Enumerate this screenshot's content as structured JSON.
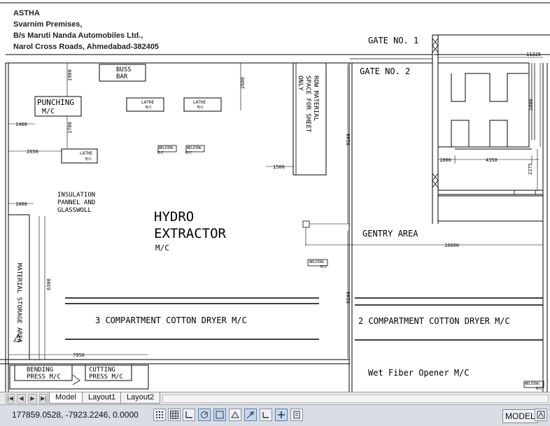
{
  "header": {
    "line1": "ASTHA",
    "line2": "Svarnim Premises,",
    "line3": "B/s Maruti Nanda Automobiles Ltd.,",
    "line4": "Narol Cross Roads, Ahmedabad-382405"
  },
  "labels": {
    "gate1": "GATE NO. 1",
    "gate2": "GATE NO. 2",
    "buss_bar_1": "BUSS",
    "buss_bar_2": "BAR",
    "punching_1": "PUNCHING",
    "punching_2": "M/C",
    "lathe_a": "LATHE",
    "lathe_mc": "M/C",
    "welding": "WELDING",
    "welding_mc": "M/C",
    "raw_material_1": "ROW MATERIAL",
    "raw_material_2": "SPACE FOR SHEET",
    "raw_material_3": "ONLY",
    "insulation_1": "INSULATION",
    "insulation_2": "PANNEL AND",
    "insulation_3": "GLASSWOLL",
    "hydro_1": "HYDRO",
    "hydro_2": "EXTRACTOR",
    "hydro_3": "M/C",
    "gentry": "GENTRY AREA",
    "dryer3": "3 COMPARTMENT COTTON DRYER M/C",
    "dryer2": "2 COMPARTMENT COTTON DRYER M/C",
    "material_storage": "MATERIAL STORAGE AREA",
    "bending_1": "BENDING",
    "bending_2": "PRESS M/C",
    "cutting_1": "CUTTING",
    "cutting_2": "PRESS M/C",
    "wet_fiber": "Wet Fiber Opener M/C"
  },
  "dimensions": {
    "d11225": "11225",
    "d1900": "1900",
    "d2600": "2600",
    "d1400": "1400",
    "d1700": "1700",
    "d2650": "2650",
    "d9144a": "9144",
    "d9144b": "9144",
    "d1500": "1500",
    "d5000": "5000",
    "d1000a": "1000",
    "d4350": "4350",
    "d2275": "2275",
    "d1000b": "1000",
    "d16600": "16600",
    "d6300": "6300",
    "d7950": "7950"
  },
  "tabs": {
    "model": "Model",
    "layout1": "Layout1",
    "layout2": "Layout2"
  },
  "status": {
    "coords": "177859.0528, -7923.2246, 0.0000",
    "model_label": "MODEL"
  }
}
